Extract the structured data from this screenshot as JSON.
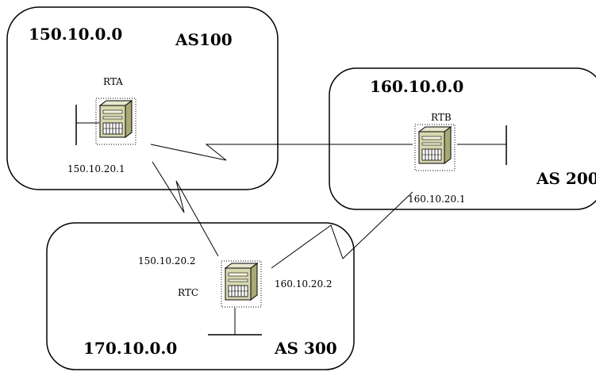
{
  "autonomous_systems": [
    {
      "id": "as100",
      "network": "150.10.0.0",
      "label": "AS100"
    },
    {
      "id": "as200",
      "network": "160.10.0.0",
      "label": "AS 200"
    },
    {
      "id": "as300",
      "network": "170.10.0.0",
      "label": "AS 300"
    }
  ],
  "routers": [
    {
      "id": "rta",
      "name": "RTA"
    },
    {
      "id": "rtb",
      "name": "RTB"
    },
    {
      "id": "rtc",
      "name": "RTC"
    }
  ],
  "interfaces": {
    "rta_to_rtc": "150.10.20.1",
    "rtc_to_rta": "150.10.20.2",
    "rtc_to_rtb": "160.10.20.2",
    "rtb_to_rtc": "160.10.20.1"
  }
}
